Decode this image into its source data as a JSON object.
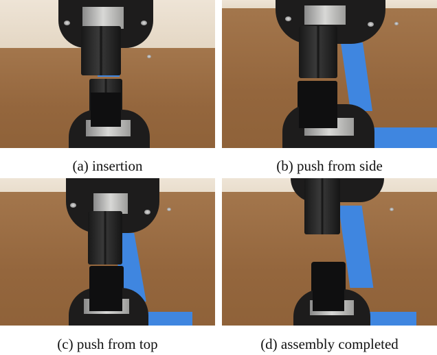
{
  "figure": {
    "panels": [
      {
        "id": "a",
        "label": "(a) insertion"
      },
      {
        "id": "b",
        "label": "(b) push from side"
      },
      {
        "id": "c",
        "label": "(c) push from top"
      },
      {
        "id": "d",
        "label": "(d) assembly completed"
      }
    ]
  },
  "colors": {
    "wall": "#e8dccb",
    "table": "#9c6e45",
    "tape": "#3f86e0",
    "gripper": "#141414"
  }
}
